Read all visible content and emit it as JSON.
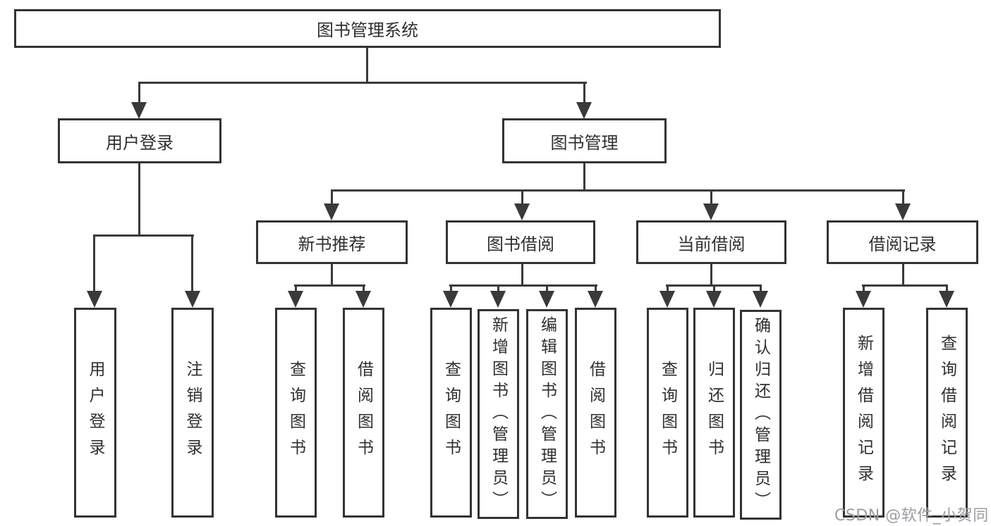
{
  "diagram_type": "hierarchy-flowchart",
  "tree": {
    "root": {
      "label": "图书管理系统"
    },
    "branches": [
      {
        "label": "用户登录",
        "children": [
          {
            "label": "用户登录"
          },
          {
            "label": "注销登录"
          }
        ]
      },
      {
        "label": "图书管理",
        "groups": [
          {
            "label": "新书推荐",
            "children": [
              {
                "label": "查询图书"
              },
              {
                "label": "借阅图书"
              }
            ]
          },
          {
            "label": "图书借阅",
            "children": [
              {
                "label": "查询图书"
              },
              {
                "label": "新增图书（管理员）"
              },
              {
                "label": "编辑图书（管理员）"
              },
              {
                "label": "借阅图书"
              }
            ]
          },
          {
            "label": "当前借阅",
            "children": [
              {
                "label": "查询图书"
              },
              {
                "label": "归还图书"
              },
              {
                "label": "确认归还（管理员）"
              }
            ]
          },
          {
            "label": "借阅记录",
            "children": [
              {
                "label": "新增借阅记录"
              },
              {
                "label": "查询借阅记录"
              }
            ]
          }
        ]
      }
    ]
  },
  "watermark": {
    "text": "CSDN @软件_小贺同学",
    "color": "#9c9ca4"
  },
  "colors": {
    "line": "#3a3a3a",
    "box_border": "#333333",
    "box_fill": "#ffffff",
    "text": "#2f2f33",
    "background": "#ffffff"
  }
}
